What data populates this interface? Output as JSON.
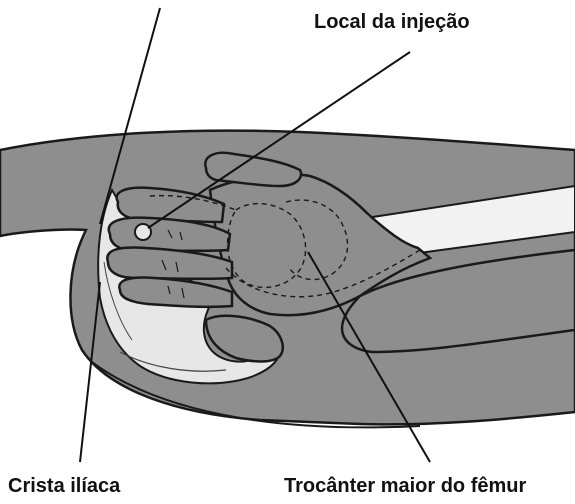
{
  "labels": {
    "injection_site": "Local da injeção",
    "iliac_crest": "Crista ilíaca",
    "greater_trochanter": "Trocânter maior do fêmur"
  },
  "colors": {
    "body": "#8e8e8e",
    "hand": "#8e8e8e",
    "bone": "#e7e7e7",
    "stripe": "#f2f2f2",
    "outline": "#1a1a1a",
    "leader": "#111111"
  }
}
